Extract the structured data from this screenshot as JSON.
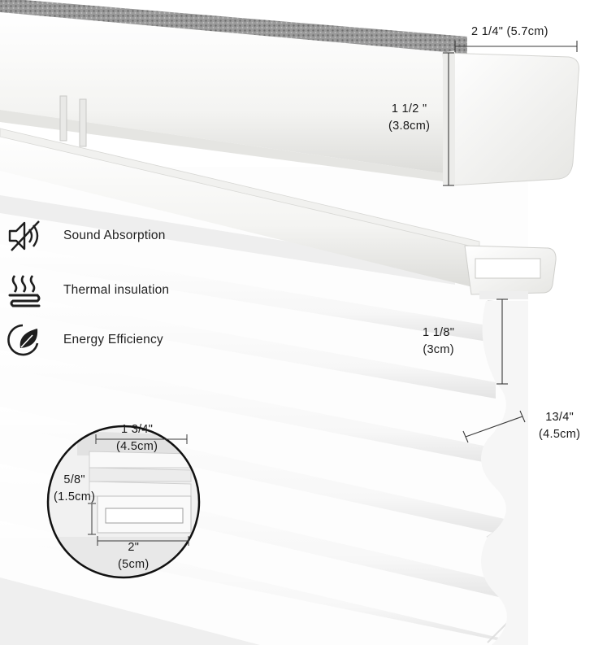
{
  "colors": {
    "background": "#ffffff",
    "rail": "#f7f7f5",
    "rail_shadow": "#d9d9d6",
    "foam": "#8e8e8e",
    "fabric": "#fbfbfb",
    "fabric_shadow": "#e6e6e6",
    "icon": "#1e1e1e",
    "dimension_line": "#3a3a3a"
  },
  "features": [
    {
      "icon": "sound-absorption-icon",
      "label": "Sound Absorption"
    },
    {
      "icon": "thermal-heat-waves-icon",
      "label": "Thermal insulation"
    },
    {
      "icon": "leaf-energy-icon",
      "label": "Energy Efficiency"
    }
  ],
  "dimensions": {
    "headrail_depth": {
      "imperial": "2 1/4\"",
      "metric": "(5.7cm)"
    },
    "headrail_height": {
      "imperial": "1 1/2 \"",
      "metric": "(3.8cm)"
    },
    "cell_height": {
      "imperial": "1 1/8\"",
      "metric": "(3cm)"
    },
    "cell_width": {
      "imperial": "13/4\"",
      "metric": "(4.5cm)"
    },
    "detail": {
      "stack_width": {
        "imperial": "1 3/4\"",
        "metric": "(4.5cm)"
      },
      "bottom_rail_height": {
        "imperial": "5/8\"",
        "metric": "(1.5cm)"
      },
      "bottom_rail_width": {
        "imperial": "2\"",
        "metric": "(5cm)"
      }
    }
  }
}
